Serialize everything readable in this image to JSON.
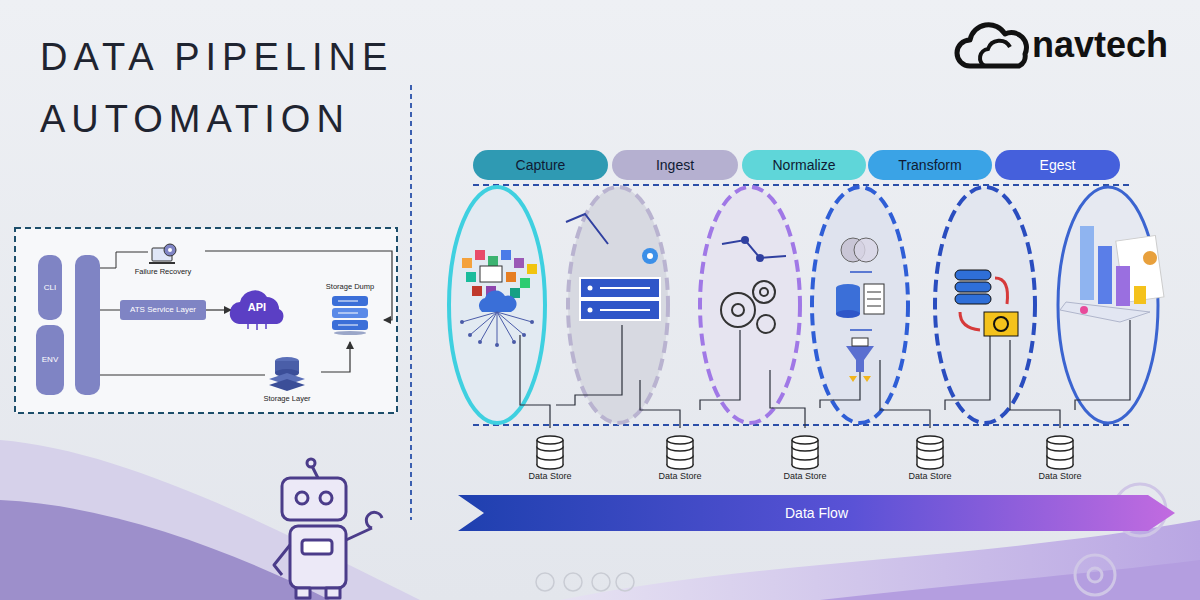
{
  "diagram": {
    "title": "DATA PIPELINE AUTOMATION",
    "nodes": [
      {
        "text": [
          "CLI"
        ]
      },
      {
        "text": [
          "ENV"
        ]
      },
      {
        "text": [
          "Failure Recovery"
        ]
      },
      {
        "text": [
          "ATS Service Layer"
        ]
      },
      {
        "text": [
          "API"
        ]
      },
      {
        "text": [
          "Storage Dump"
        ]
      },
      {
        "text": [
          "Storage Layer"
        ]
      },
      {
        "text": [
          "Capture"
        ]
      },
      {
        "text": [
          "Ingest"
        ]
      },
      {
        "text": [
          "Normalize"
        ]
      },
      {
        "text": [
          "Transform"
        ]
      },
      {
        "text": [
          "Egest"
        ]
      },
      {
        "text": [
          "Data Store"
        ]
      },
      {
        "text": [
          "Data Store"
        ]
      },
      {
        "text": [
          "Data Store"
        ]
      },
      {
        "text": [
          "Data Store"
        ]
      },
      {
        "text": [
          "Data Store"
        ]
      },
      {
        "text": [
          "Data Flow"
        ]
      }
    ],
    "edges": [
      {
        "from": 3,
        "to": 4,
        "arrow": "to"
      },
      {
        "from": 2,
        "to": 5,
        "arrow": "to"
      },
      {
        "from": 6,
        "to": 5,
        "arrow": "to"
      }
    ],
    "labels": [
      "navtech"
    ]
  }
}
